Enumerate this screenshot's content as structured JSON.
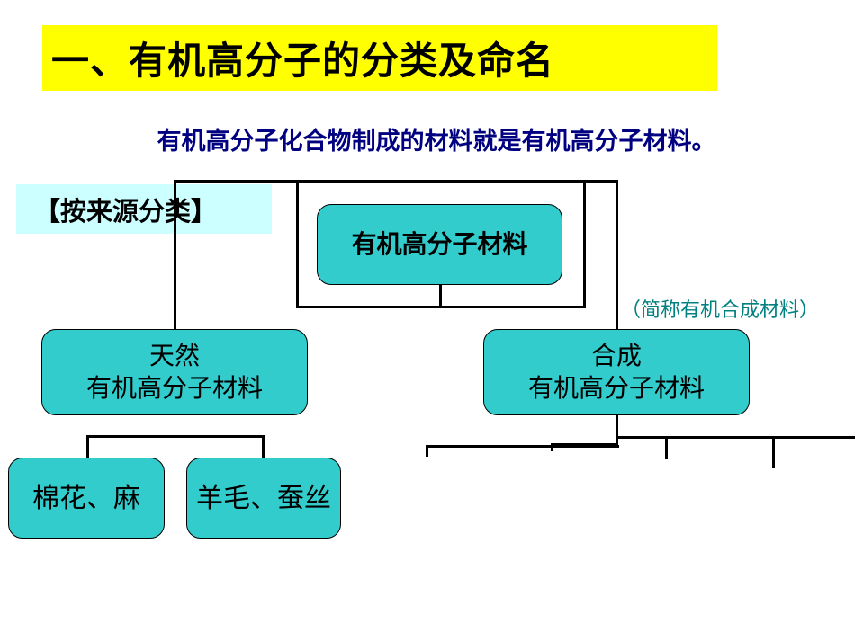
{
  "title": "一、有机高分子的分类及命名",
  "subtitle": "有机高分子化合物制成的材料就是有机高分子材料。",
  "classification_tag": "【按来源分类】",
  "diagram": {
    "root": "有机高分子材料",
    "natural": {
      "line1": "天然",
      "line2": "有机高分子材料"
    },
    "synthetic": {
      "line1": "合成",
      "line2": "有机高分子材料"
    },
    "synthetic_note": "（简称有机合成材料）",
    "natural_examples": [
      "棉花、麻",
      "羊毛、蚕丝"
    ]
  },
  "colors": {
    "title_bg": "#ffff00",
    "subtitle_text": "#000080",
    "tag_bg": "#ccffff",
    "node_fill": "#33cccc",
    "note_text": "#008080"
  }
}
